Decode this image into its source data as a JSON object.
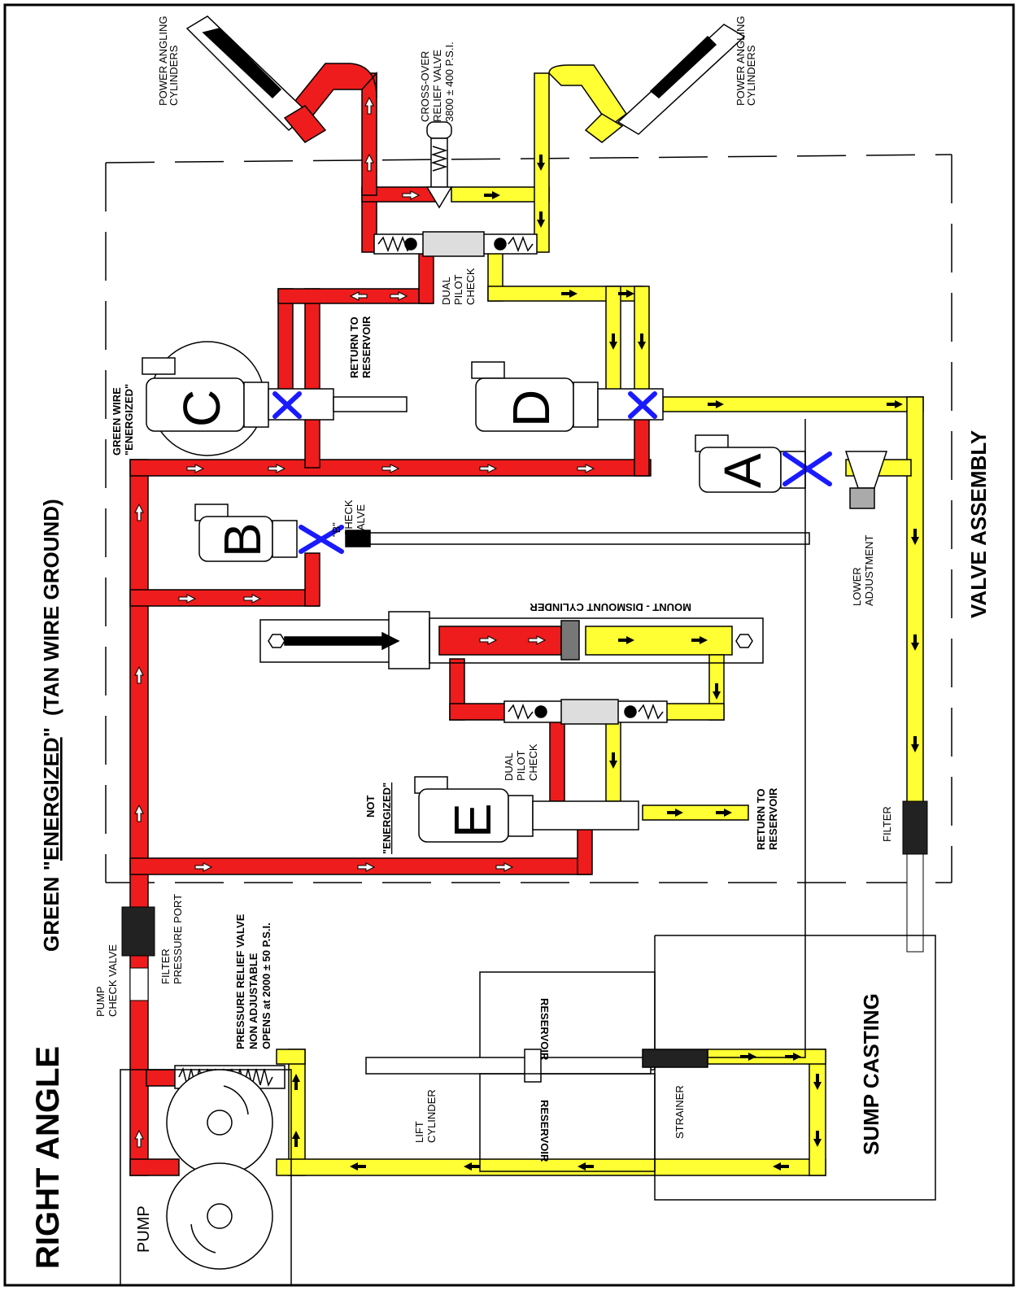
{
  "title": "RIGHT ANGLE",
  "subtitle_prefix": "GREEN \"",
  "subtitle_emph": "ENERGIZED",
  "subtitle_suffix": "\"",
  "subtitle_note": "(TAN WIRE GROUND)",
  "colors": {
    "pressure": "#ee1c1c",
    "return": "#ffff33",
    "blocked": "#1a1aff",
    "outline": "#000000"
  },
  "labels": {
    "power_angling_cyl_left": [
      "POWER ANGLING",
      "CYLINDERS"
    ],
    "power_angling_cyl_right": [
      "POWER ANGLING",
      "CYLINDERS"
    ],
    "crossover_relief": [
      "CROSS-OVER",
      "RELIEF VALVE",
      "3800 ± 400 P.S.I."
    ],
    "dual_pilot_check_top": [
      "DUAL",
      "PILOT",
      "CHECK"
    ],
    "dual_pilot_check_bottom": [
      "DUAL",
      "PILOT",
      "CHECK"
    ],
    "return_to_reservoir_top": [
      "RETURN TO",
      "RESERVOIR"
    ],
    "return_to_reservoir_bottom": [
      "RETURN TO",
      "RESERVOIR"
    ],
    "green_wire_energized": [
      "GREEN WIRE",
      "\"ENERGIZED\""
    ],
    "b_check_valve": [
      "\"B\"",
      "CHECK",
      "VALVE"
    ],
    "lower_adjustment": [
      "LOWER",
      "ADJUSTMENT"
    ],
    "valve_assembly": "VALVE ASSEMBLY",
    "mount_dismount": "MOUNT - DISMOUNT CYLINDER",
    "not_energized_1": "NOT",
    "not_energized_2": "\"ENERGIZED\"",
    "filter_right": "FILTER",
    "filter_pressure_port": [
      "FILTER",
      "PRESSURE PORT"
    ],
    "pump_check_valve": [
      "PUMP",
      "CHECK VALVE"
    ],
    "pressure_relief": [
      "PRESSURE RELIEF VALVE",
      "NON ADJUSTABLE",
      "OPENS at 2000 ± 50 P.S.I."
    ],
    "reservoir_1": "RESERVOIR",
    "reservoir_2": "RESERVOIR",
    "lift_cylinder": [
      "LIFT",
      "CYLINDER"
    ],
    "strainer": "STRAINER",
    "sump_casting": "SUMP CASTING",
    "pump": "PUMP"
  },
  "valves": {
    "a": "A",
    "b": "B",
    "c": "C",
    "d": "D",
    "e": "E"
  }
}
